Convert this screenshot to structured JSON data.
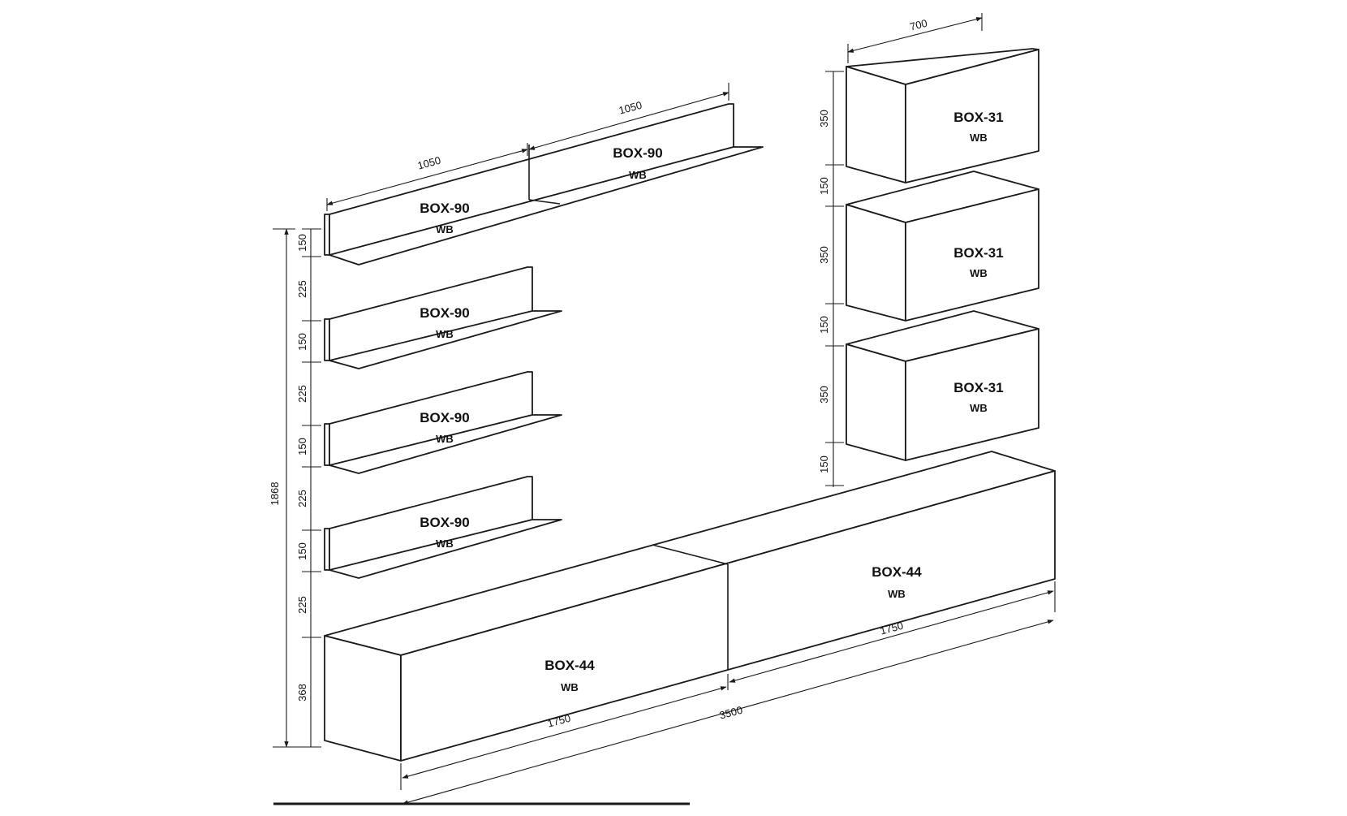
{
  "colors": {
    "line": "#1a1a1a",
    "background": "#ffffff"
  },
  "modules": {
    "shelf_top_left": {
      "name": "BOX-90",
      "finish": "WB"
    },
    "shelf_top_right": {
      "name": "BOX-90",
      "finish": "WB"
    },
    "shelf_2": {
      "name": "BOX-90",
      "finish": "WB"
    },
    "shelf_3": {
      "name": "BOX-90",
      "finish": "WB"
    },
    "shelf_4": {
      "name": "BOX-90",
      "finish": "WB"
    },
    "cabinet_1": {
      "name": "BOX-31",
      "finish": "WB"
    },
    "cabinet_2": {
      "name": "BOX-31",
      "finish": "WB"
    },
    "cabinet_3": {
      "name": "BOX-31",
      "finish": "WB"
    },
    "tv_left": {
      "name": "BOX-44",
      "finish": "WB"
    },
    "tv_right": {
      "name": "BOX-44",
      "finish": "WB"
    }
  },
  "dimensions": {
    "shelf_width_left": "1050",
    "shelf_width_right": "1050",
    "cabinet_width": "700",
    "tv_left_width": "1750",
    "tv_right_width": "1750",
    "total_width": "3500",
    "total_height": "1868",
    "left_column": [
      "150",
      "225",
      "150",
      "225",
      "150",
      "225",
      "150",
      "225",
      "368"
    ],
    "right_column": [
      "350",
      "150",
      "350",
      "150",
      "350",
      "150"
    ]
  }
}
